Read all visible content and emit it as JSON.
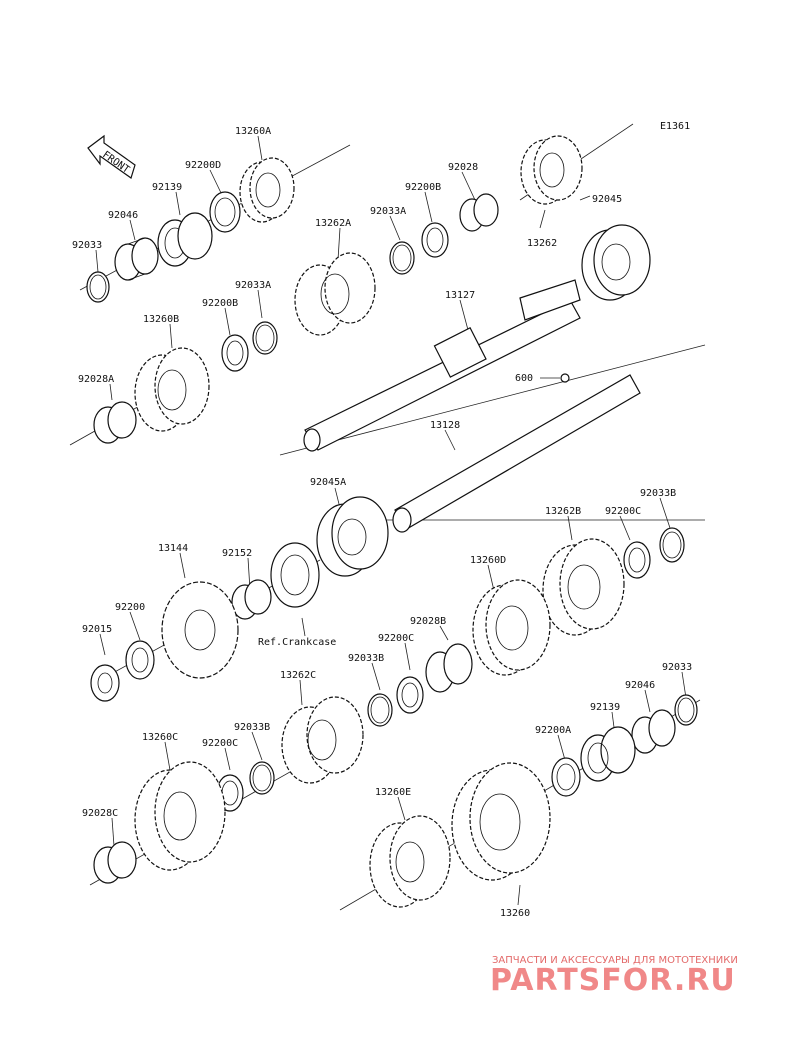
{
  "diagram_code": "E1361",
  "front_label": "FRONT",
  "watermark": {
    "line1": "ЗАПЧАСТИ И АКСЕССУАРЫ ДЛЯ МОТОТЕХНИКИ",
    "line2": "PARTSFOR.RU"
  },
  "labels": {
    "l13260A": "13260A",
    "l92200D": "92200D",
    "l92139a": "92139",
    "l92046a": "92046",
    "l92033a": "92033",
    "l92028": "92028",
    "l92200B1": "92200B",
    "l92033A1": "92033A",
    "l13262A": "13262A",
    "l92045": "92045",
    "l13262": "13262",
    "l92033A2": "92033A",
    "l92200B2": "92200B",
    "l13260B": "13260B",
    "l13127": "13127",
    "l92028A": "92028A",
    "l600": "600",
    "l13128": "13128",
    "l92045A": "92045A",
    "l92033B1": "92033B",
    "l92200C1": "92200C",
    "l13262B": "13262B",
    "l13144": "13144",
    "l92152": "92152",
    "l13260D": "13260D",
    "l92200": "92200",
    "l92015": "92015",
    "lRef": "Ref.Crankcase",
    "l92028B": "92028B",
    "l92200C2": "92200C",
    "l92033B2": "92033B",
    "l13262C": "13262C",
    "l92033b": "92033",
    "l92046b": "92046",
    "l92139b": "92139",
    "l13260C": "13260C",
    "l92200C3": "92200C",
    "l92033B3": "92033B",
    "l92200A": "92200A",
    "l92028C": "92028C",
    "l13260E": "13260E",
    "l13260": "13260"
  }
}
